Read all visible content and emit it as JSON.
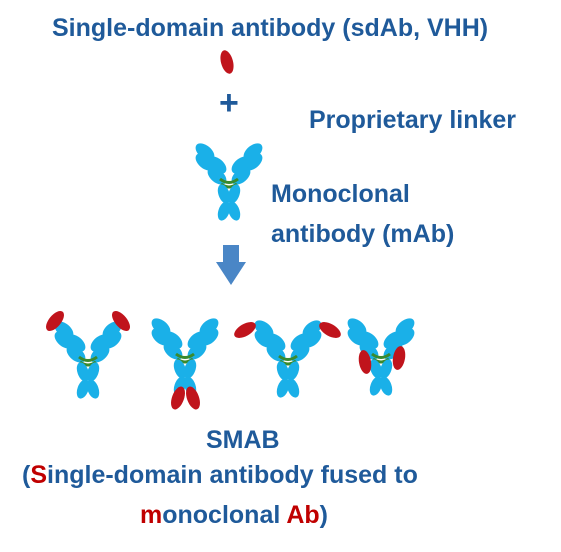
{
  "title": "Single-domain antibody (sdAb, VHH)",
  "plus": "+",
  "linker_label": "Proprietary linker",
  "mab_label_line1": "Monoclonal",
  "mab_label_line2": "antibody  (mAb)",
  "smab_title": "SMAB",
  "smab_desc": {
    "line1_open": "(",
    "line1_s": "S",
    "line1_rest": "ingle-domain antibody fused to",
    "line2_m": "m",
    "line2_mid": "onoclonal ",
    "line2_ab": "Ab",
    "line2_close": ")"
  },
  "colors": {
    "text_blue": "#1f5a9a",
    "text_red": "#c00000",
    "antibody_blue": "#1ab0e8",
    "linker_green": "#3a8a2e",
    "vhh_red": "#c0141c",
    "arrow_blue": "#4a86c6"
  },
  "icons": {
    "arrow": "down-arrow-icon",
    "antibody": "antibody-y-icon",
    "vhh": "vhh-ellipse-icon"
  }
}
